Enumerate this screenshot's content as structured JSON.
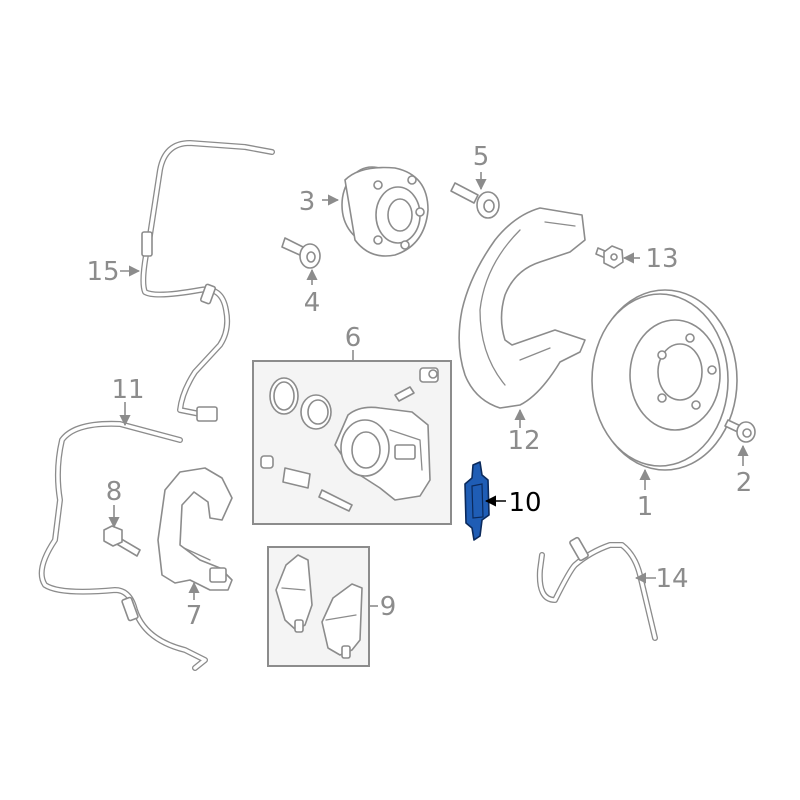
{
  "highlight_color": "#1f5db5",
  "line_color": "#8c8c8c",
  "box_fill": "#f4f4f4",
  "callouts": {
    "c1": "1",
    "c2": "2",
    "c3": "3",
    "c4": "4",
    "c5": "5",
    "c6": "6",
    "c7": "7",
    "c8": "8",
    "c9": "9",
    "c10": "10",
    "c11": "11",
    "c12": "12",
    "c13": "13",
    "c14": "14",
    "c15": "15"
  },
  "highlighted_part": "10"
}
